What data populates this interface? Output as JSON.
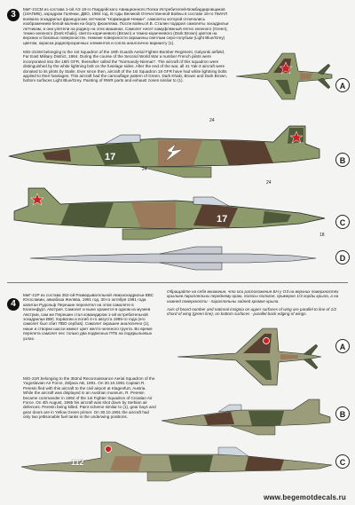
{
  "section3": {
    "number": "3",
    "text_ru": "МиГ-21СМ из состава 1-ой АЭ 18-го Гвардейского Авиационного Полка Истребителей-Бомбардировщиков (18АПИБ), аэродром Галёнки, ДВО, 1984 год. В годы Великой Отечественной Войны в составе 18-го ГвИАП воевала эскадрилья французских летчиков \"Нормандия-Неман\", самолеты которой отличались изображением белой молнии на борту фюзеляжа. После войны И.В. Сталин подарил самолеты эскадрильи летчикам, и они улетели на родину на этих машинах. Самолет несет камуфляжный пятно зеленого (Green), темно-зеленого (Dark Khaki), светло-коричневого (Brown) и темно-коричневого (Dark Brown) цветов на верхних и боковых поверхностях. Нижние поверхности окрашены светлым серо-голубым (Light Blue/Grey) цветом, окраска радиопрозрачных элементов и сопла аналогично варианту (1).",
    "text_en": "MiG-21SM belonging to the 1st Squadron of the 18th Guards Aerial Fighter-Bomber Regiment, Galyonki airfield, Far East Military District, 1984. During the course of the Second World War a number French pilots were incorporated into the 18th GFR, thereafter called the \"Normandy-Nieman\". The aircraft of this squadron were distinguished by the white lightning bolt on the fuselage sides. After the end of the war, all 41 Yak-3 aircraft were donated to its pilots by Stalin. Ever since then, aircraft of the 1st Squadron 18 GFR have had white lightning bolts applied to their fuselages. This aircraft had the camouflage pattern of Green, Dark Khaki, Brown and Dark Brown, bottom surfaces Light Blue/Grey. Painting of RWR parts and exhaust zones similar to (1).",
    "profiles": [
      "A",
      "B",
      "C",
      "D"
    ],
    "callouts": [
      "24",
      "24",
      "24",
      "18"
    ]
  },
  "section4": {
    "number": "4",
    "text_ru": "МиГ-21Р из состава 352-ой Разведывательной Авиаэскадрильи ВВС Югославии, авиабаза Желява, 1991 год. 30-го октября 1991 года капитан Рудольф Перешин перелетел на этом самолете в Клагенфурт, Австрия. Самолет и ныне хранится в одном из музеев Австрии, сам же Перешин стал командиром 1-ой истребительной эскадрильи ВВС Хорватии и погиб 4-го августа 1995-го года (его самолет был сбит ПВО сербов). Самолет окрашен аналогично (1), нише и створки шасси имеют цвет желто-зеленого грунта. Во время перелета самолет нес только два подвесных ПТБ на подкрыльевых узлах.",
    "text_en": "MiG-21R belonging to the 352nd Reconnaissance Aerial Squadron of the Yugoslavian Air Force, Zeljava AB, 1991. On 30.10.1991 Captain R. Peresin fled with this aircraft to the civil airport at Klagenfurt, Austria. While the aircraft was displayed in an Austrian museum, R. Peresin became commander in 1992 of the 1st Fighter Squadron of Croatian Air Force. On 4th August, 1995 his aircraft was shot down by Serbian air defences. Peresin being killed. Paint scheme similar to (1), gear bays and gear doors are in Yellow Green primer. On 30.10.1991 the aircraft had only two jettisonable fuel tanks in the underwing positions.",
    "note_ru": "Обращайте на себя внимание, что оси расположения БН у ОЗ на верхних поверхностях крыльев параллельны переднему краю, полосы пологое, примерно 1/3 хорды крыла, а на нижней поверхности - параллельны задней кромке крыла.",
    "note_en": "Axis of board number and national insignia on upper surfaces of wing are parallel to line of 1/2 chord of wing (green line), on bottom surfaces - parallel back edging of wings.",
    "profiles": [
      "A",
      "B",
      "C"
    ],
    "tail_number": "112"
  },
  "footer": {
    "url": "www.begemotdecals.ru"
  },
  "colors": {
    "green": "#7a8a5a",
    "dark_khaki": "#4e5a3a",
    "brown": "#9a7a5a",
    "dark_brown": "#5a4030",
    "light_grey": "#c8c8c8",
    "silver": "#b5b5b5"
  }
}
